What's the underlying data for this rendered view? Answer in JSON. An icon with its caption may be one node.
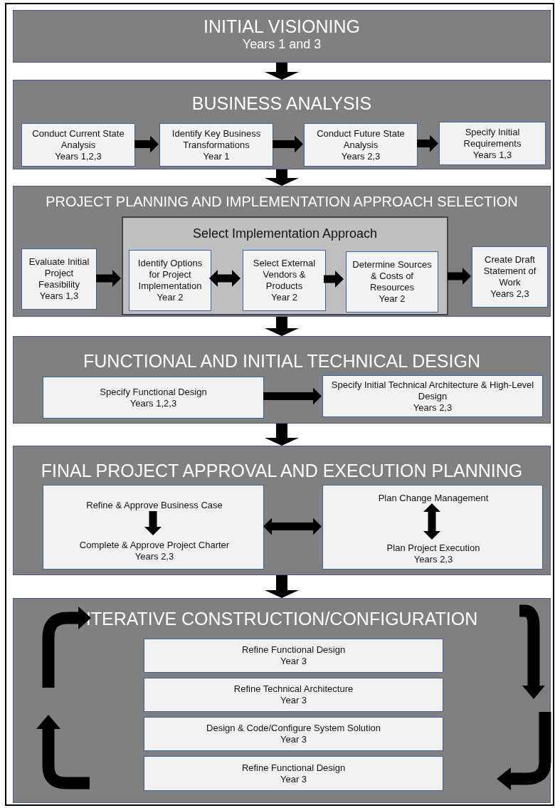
{
  "diagram": {
    "nodes": [
      {
        "text": [
          "INITIAL VISIONING",
          "Years 1 and 3"
        ]
      },
      {
        "text": [
          "BUSINESS ANALYSIS"
        ]
      },
      {
        "text": [
          "Conduct Current State Analysis",
          "Years 1,2,3"
        ],
        "in": 1
      },
      {
        "text": [
          "Identify Key Business Transformations",
          "Year 1"
        ],
        "in": 1
      },
      {
        "text": [
          "Conduct Future State Analysis",
          "Years 2,3"
        ],
        "in": 1
      },
      {
        "text": [
          "Specify Initial Requirements",
          "Years 1,3"
        ],
        "in": 1
      },
      {
        "text": [
          "PROJECT PLANNING AND IMPLEMENTATION APPROACH SELECTION"
        ]
      },
      {
        "text": [
          "Evaluate Initial Project Feasibility",
          "Years 1,3"
        ],
        "in": 6
      },
      {
        "text": [
          "Select Implementation Approach"
        ],
        "in": 6
      },
      {
        "text": [
          "Identify Options for Project Implementation",
          "Year 2"
        ],
        "in": 8
      },
      {
        "text": [
          "Select External Vendors & Products",
          "Year 2"
        ],
        "in": 8
      },
      {
        "text": [
          "Determine Sources & Costs of Resources",
          "Year 2"
        ],
        "in": 8
      },
      {
        "text": [
          "Create Draft Statement of Work",
          "Years 2,3"
        ],
        "in": 6
      },
      {
        "text": [
          "FUNCTIONAL AND INITIAL TECHNICAL DESIGN"
        ]
      },
      {
        "text": [
          "Specify Functional Design",
          "Years 1,2,3"
        ],
        "in": 13
      },
      {
        "text": [
          "Specify Initial Technical Architecture & High-Level Design",
          "Years 2,3"
        ],
        "in": 13
      },
      {
        "text": [
          "FINAL PROJECT APPROVAL AND EXECUTION PLANNING"
        ]
      },
      {
        "text": [],
        "shape": "box",
        "in": 16
      },
      {
        "text": [
          "Refine & Approve Business Case"
        ],
        "in": 17
      },
      {
        "text": [
          "Complete & Approve Project Charter",
          "Years 2,3"
        ],
        "in": 17
      },
      {
        "text": [],
        "shape": "box",
        "in": 16
      },
      {
        "text": [
          "Plan Change Management"
        ],
        "in": 20
      },
      {
        "text": [
          "Plan Project Execution",
          "Years 2,3"
        ],
        "in": 20
      },
      {
        "text": [
          "ITERATIVE CONSTRUCTION/CONFIGURATION"
        ]
      },
      {
        "text": [
          "Refine Functional Design",
          "Year 3"
        ],
        "in": 23
      },
      {
        "text": [
          "Refine Technical Architecture",
          "Year 3"
        ],
        "in": 23
      },
      {
        "text": [
          "Design & Code/Configure System Solution",
          "Year 3"
        ],
        "in": 23
      },
      {
        "text": [
          "Refine Functional Design",
          "Year 3"
        ],
        "in": 23
      }
    ],
    "edges": [
      {
        "from": 0,
        "to": 1,
        "arrow": "to"
      },
      {
        "from": 2,
        "to": 3,
        "arrow": "to"
      },
      {
        "from": 3,
        "to": 4,
        "arrow": "to"
      },
      {
        "from": 4,
        "to": 5,
        "arrow": "to"
      },
      {
        "from": 1,
        "to": 6,
        "arrow": "to"
      },
      {
        "from": 7,
        "to": 8,
        "arrow": "to"
      },
      {
        "from": 9,
        "to": 10,
        "arrow": "both"
      },
      {
        "from": 10,
        "to": 11,
        "arrow": "to"
      },
      {
        "from": 8,
        "to": 12,
        "arrow": "to"
      },
      {
        "from": 6,
        "to": 13,
        "arrow": "to"
      },
      {
        "from": 14,
        "to": 15,
        "arrow": "to"
      },
      {
        "from": 13,
        "to": 16,
        "arrow": "to"
      },
      {
        "from": 18,
        "to": 19,
        "arrow": "to"
      },
      {
        "from": 17,
        "to": 20,
        "arrow": "both"
      },
      {
        "from": 21,
        "to": 22,
        "arrow": "both"
      },
      {
        "from": 16,
        "to": 23,
        "arrow": "to"
      }
    ]
  }
}
